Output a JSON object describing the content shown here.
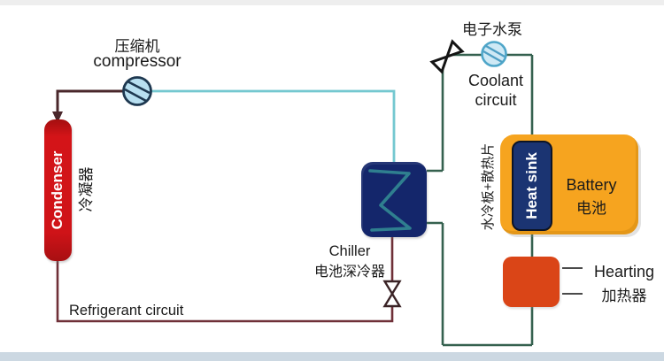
{
  "diagram": {
    "kind": "battery-thermal-management-system",
    "components": {
      "compressor": {
        "label_zh": "压缩机",
        "label_en": "compressor"
      },
      "condenser": {
        "label_en": "Condenser",
        "label_zh": "冷凝器"
      },
      "chiller": {
        "label_en": "Chiller",
        "label_zh": "电池深冷器"
      },
      "pump": {
        "label_zh": "电子水泵"
      },
      "coolant_circuit": {
        "line1": "Coolant",
        "line2": "circuit"
      },
      "refrigerant_circuit": {
        "label": "Refrigerant circuit"
      },
      "battery": {
        "label_en": "Battery",
        "label_zh": "电池"
      },
      "heat_sink": {
        "label_en": "Heat sink"
      },
      "cooling_plate": {
        "label_zh": "水冷板+散热片"
      },
      "heater": {
        "label_en": "Hearting",
        "label_zh": "加热器"
      }
    },
    "colors": {
      "refrigerant_line_dark": "#4a272b",
      "refrigerant_line": "#6f3038",
      "suction_line_cyan": "#74c8d0",
      "coolant_line_green": "#35614f",
      "condenser_fill": "#cf1318",
      "chiller_fill": "#14266b",
      "chiller_coil": "#2f7f8f",
      "battery_fill": "#f6a41f",
      "heatsink_fill": "#1b3472",
      "heater_fill": "#da4517",
      "compressor_fill": "#b8dff0",
      "compressor_stroke": "#1e3850",
      "pump_fill": "#cfe9f5",
      "pump_stroke": "#4fa6c9",
      "bottom_band": "#ccd8e2"
    }
  }
}
